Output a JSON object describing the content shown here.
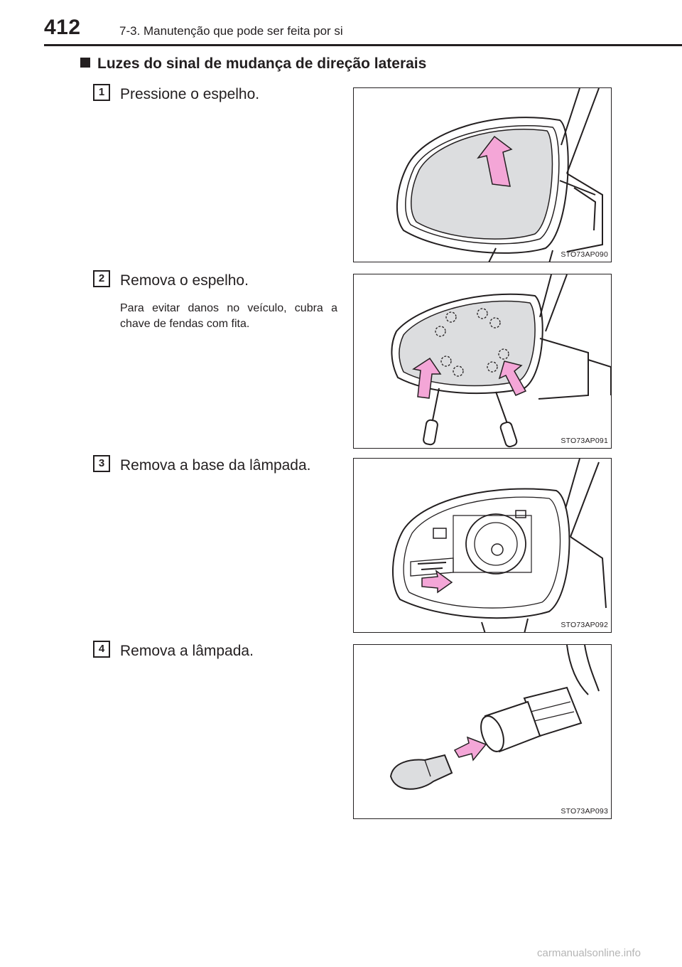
{
  "header": {
    "page_number": "412",
    "chapter": "7-3. Manutenção que pode ser feita por si"
  },
  "section": {
    "title": "Luzes do sinal de mudança de direção laterais"
  },
  "steps": [
    {
      "number": "1",
      "text": "Pressione o espelho.",
      "note": "",
      "figure_code": "STO73AP090"
    },
    {
      "number": "2",
      "text": "Remova o espelho.",
      "note": "Para evitar danos no veículo, cubra a chave de fendas com fita.",
      "figure_code": "STO73AP091"
    },
    {
      "number": "3",
      "text": "Remova a base da lâmpada.",
      "note": "",
      "figure_code": "STO73AP092"
    },
    {
      "number": "4",
      "text": "Remova a lâmpada.",
      "note": "",
      "figure_code": "STO73AP093"
    }
  ],
  "footer": {
    "watermark": "carmanualsonline.info"
  },
  "colors": {
    "text": "#231f20",
    "arrow": "#f4a6d7",
    "mirror_glass": "#dcdddf",
    "watermark": "#b5b5b5"
  }
}
